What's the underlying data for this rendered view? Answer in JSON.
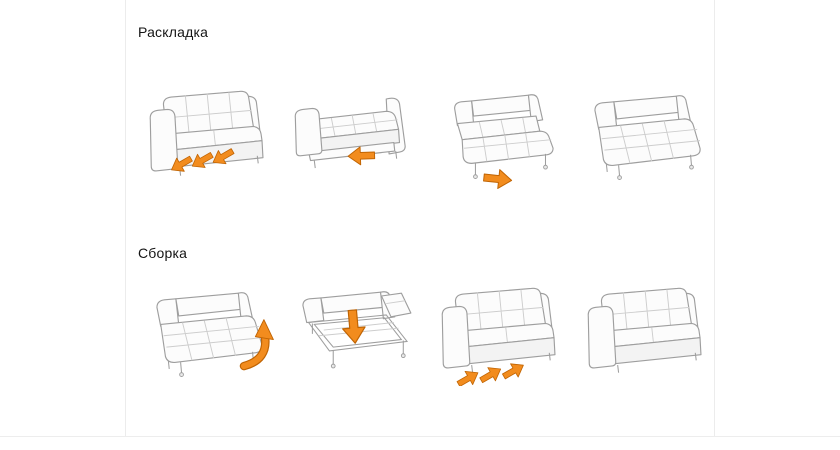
{
  "panel": {
    "background": "#ffffff",
    "border_color": "#ececec"
  },
  "colors": {
    "arrow_fill": "#F28C1E",
    "arrow_outline": "#C06403",
    "outline": "#9E9E9E",
    "tuft_line": "#CDCDCD",
    "title_text": "#141414"
  },
  "sections": [
    {
      "id": "unfold",
      "title": "Раскладка",
      "steps": [
        {
          "icon": "sofa-assembled-pull-out-arrows-icon"
        },
        {
          "icon": "sofa-back-folded-flat-arrow-icon"
        },
        {
          "icon": "sofa-bed-extending-arrow-icon"
        },
        {
          "icon": "sofa-bed-fully-unfolded-icon"
        }
      ]
    },
    {
      "id": "fold",
      "title": "Сборка",
      "steps": [
        {
          "icon": "bed-fold-up-curved-arrow-icon"
        },
        {
          "icon": "bed-frame-press-down-arrow-icon"
        },
        {
          "icon": "sofa-push-in-arrows-icon"
        },
        {
          "icon": "sofa-assembled-icon"
        }
      ]
    }
  ]
}
